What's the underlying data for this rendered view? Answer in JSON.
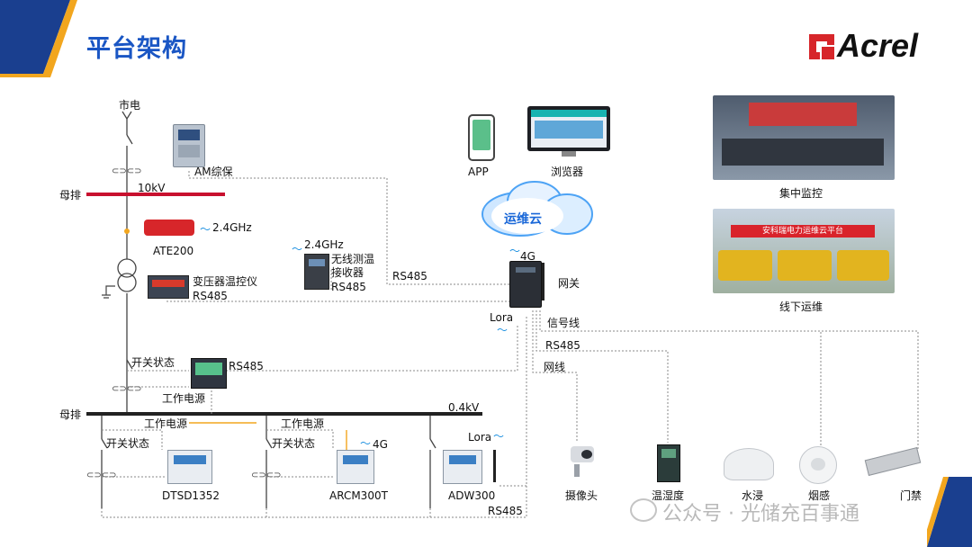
{
  "title": "平台架构",
  "logo": {
    "text": "Acrel",
    "accent": "#d7262a"
  },
  "colors": {
    "title": "#1a56c4",
    "busbar": "#c8102e",
    "line": "#555555",
    "dotted": "#888888",
    "cloud": "#4da3f5",
    "corner": "#1a3f8f",
    "corner_accent": "#f2a61e"
  },
  "labels": {
    "mains": "市电",
    "busbar_top": "母排",
    "voltage_top": "10kV",
    "am_protect": "AM综保",
    "freq_ate": "2.4GHz",
    "ate200": "ATE200",
    "freq_receiver": "2.4GHz",
    "receiver_line1": "无线测温",
    "receiver_line2": "接收器",
    "receiver_rs485": "RS485",
    "transformer_ctrl": "变压器温控仪",
    "transformer_rs485": "RS485",
    "rs485_mid": "RS485",
    "gateway": "网关",
    "gateway_4g": "4G",
    "lora_gateway": "Lora",
    "app": "APP",
    "browser": "浏览器",
    "cloud": "运维云",
    "central_monitor": "集中监控",
    "offline_ops": "线下运维",
    "signal_line": "信号线",
    "rs485_right": "RS485",
    "network_line": "网线",
    "switch_status_top": "开关状态",
    "meter_rs485": "RS485",
    "work_power_top": "工作电源",
    "busbar_bottom": "母排",
    "voltage_bottom": "0.4kV",
    "work_power_left": "工作电源",
    "work_power_mid": "工作电源",
    "switch_status_left": "开关状态",
    "switch_status_mid": "开关状态",
    "arcm_4g": "4G",
    "adw_lora": "Lora",
    "dtsd": "DTSD1352",
    "arcm": "ARCM300T",
    "adw": "ADW300",
    "rs485_bottom": "RS485",
    "camera": "摄像头",
    "humidity": "温湿度",
    "water": "水浸",
    "smoke": "烟感",
    "door": "门禁",
    "banner": "安科瑞电力运维云平台"
  },
  "watermark": "公众号 · 光储充百事通"
}
